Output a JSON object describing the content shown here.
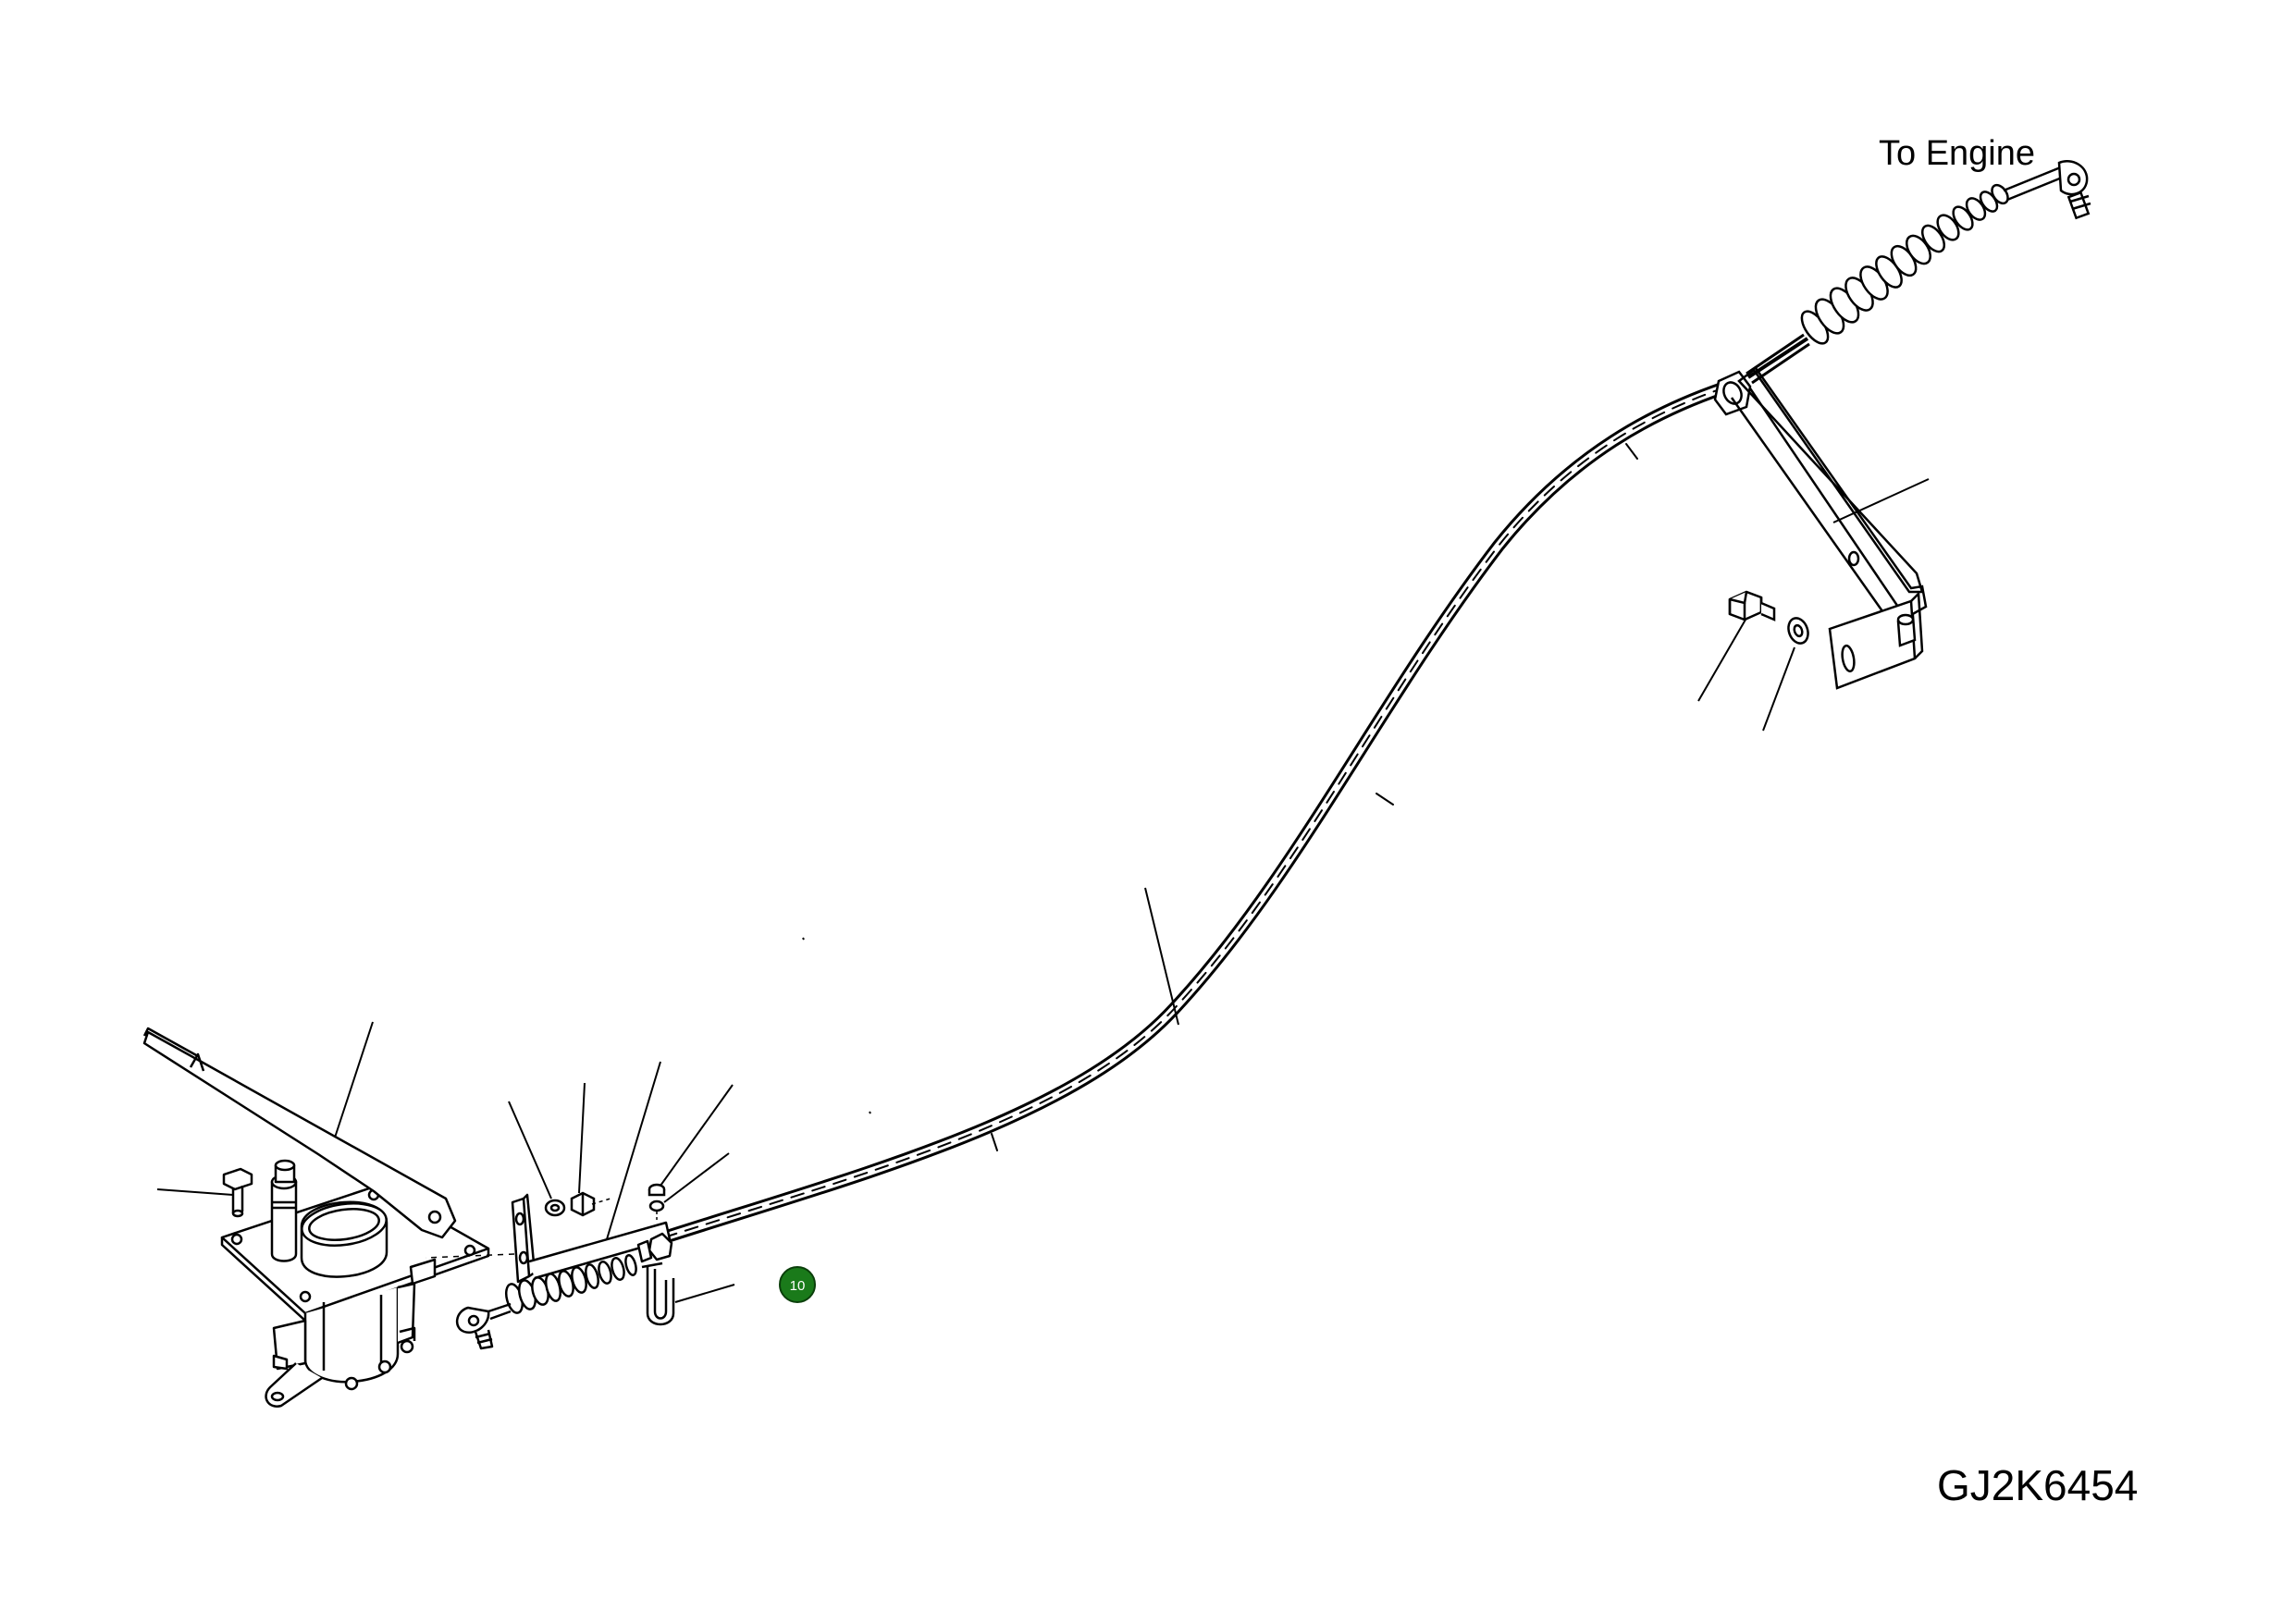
{
  "annotations": {
    "to_engine": "To Engine",
    "figure_code": "GJ2K6454"
  },
  "callouts": [
    {
      "label": "10",
      "fill": "#1a7a1a",
      "stroke": "#0b3f0b"
    }
  ],
  "colors": {
    "line": "#000000",
    "background": "#ffffff"
  }
}
